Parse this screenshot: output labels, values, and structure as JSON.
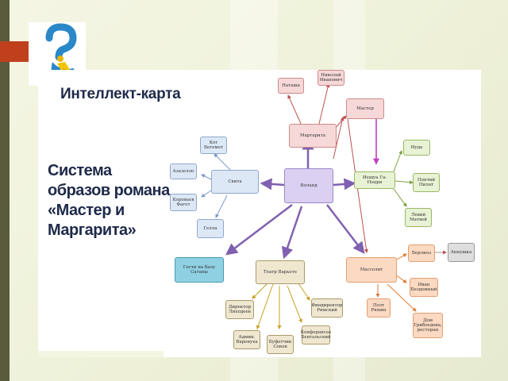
{
  "slide": {
    "title": "Интеллект-карта",
    "subtitle_lines": [
      "Система",
      "образов романа",
      "«Мастер и",
      "Маргарита»"
    ]
  },
  "colors": {
    "sidebar": "#5a5a3c",
    "accent": "#c0401e",
    "title_text": "#1e2a4a",
    "arrow_purple": "#8060b0",
    "arrow_blue": "#7a9ac8",
    "arrow_green": "#7aa040",
    "arrow_gold": "#c8a020",
    "arrow_orange": "#e07a30",
    "arrow_red": "#c05050",
    "arrow_magenta": "#c040c0"
  },
  "icons": {
    "logo": "question-mark-figure-icon"
  },
  "mindmap": {
    "center": "Воланд",
    "margarita": "Маргарита",
    "natasha": "Наташа",
    "nikolai": "Николай Иванович",
    "master": "Мастер",
    "svita": "Свита",
    "kot": "Кот Бегемот",
    "azazello": "Азазелло",
    "koroviev": "Коровьев Фагот",
    "gella": "Гелла",
    "ieshua": "Иешуа Га-Ноцри",
    "iuda": "Иуда",
    "pilat": "Понтий Пилат",
    "levi": "Левий Матвей",
    "gosti": "Гости на балу Сатаны",
    "teatr": "Театр Варьете",
    "likhodeev": "Директор Лиходеев",
    "rimsky": "Финдиректор Римский",
    "varenukha": "Админ. Варенуха",
    "sokov": "Буфетчик Соков",
    "bengalsky": "Конферансье Бенгальский",
    "massolit": "Массолит",
    "berlioz": "Берлиоз",
    "annushka": "Аннушка",
    "bezdomny": "Иван Бездомный",
    "riukhin": "Поэт Рюхин",
    "griboedov": "Дом Грибоедова, ресторан"
  }
}
